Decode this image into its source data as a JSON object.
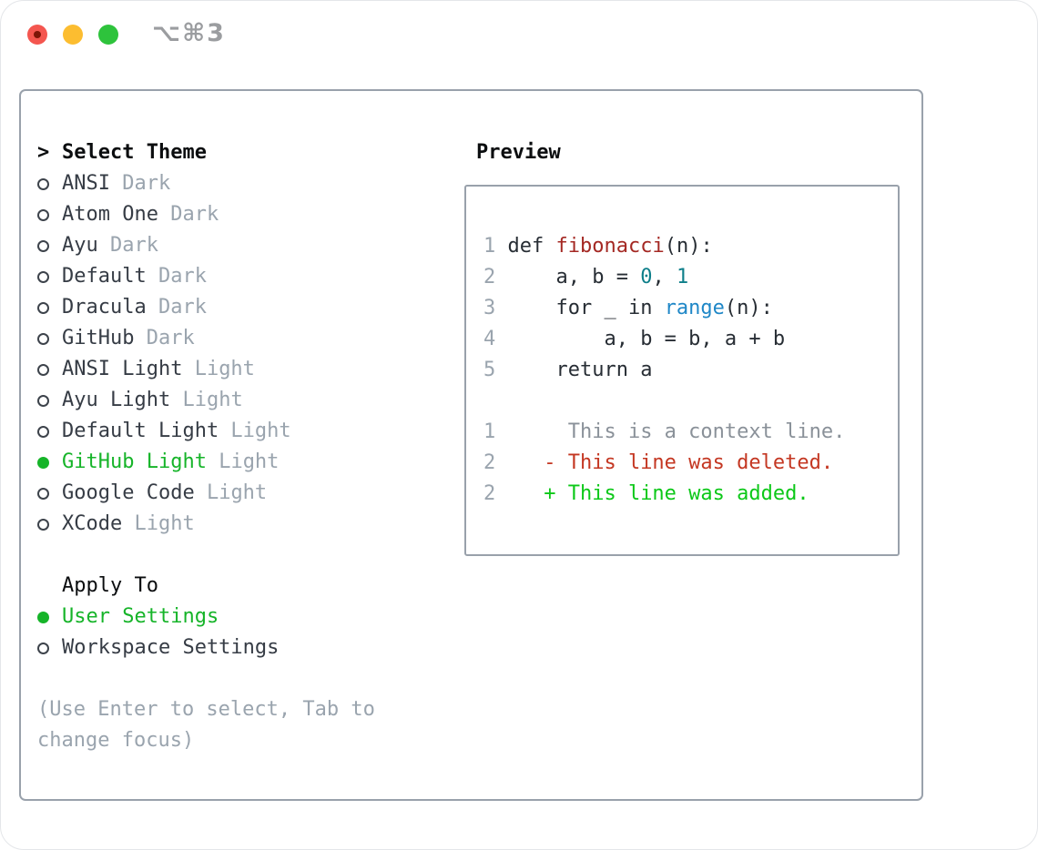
{
  "window": {
    "title": "⌥⌘3"
  },
  "theme_selector": {
    "header_marker": ">",
    "header": "Select Theme",
    "items": [
      {
        "name": "ANSI",
        "variant": "Dark",
        "selected": false
      },
      {
        "name": "Atom One",
        "variant": "Dark",
        "selected": false
      },
      {
        "name": "Ayu",
        "variant": "Dark",
        "selected": false
      },
      {
        "name": "Default",
        "variant": "Dark",
        "selected": false
      },
      {
        "name": "Dracula",
        "variant": "Dark",
        "selected": false
      },
      {
        "name": "GitHub",
        "variant": "Dark",
        "selected": false
      },
      {
        "name": "ANSI Light",
        "variant": "Light",
        "selected": false
      },
      {
        "name": "Ayu Light",
        "variant": "Light",
        "selected": false
      },
      {
        "name": "Default Light",
        "variant": "Light",
        "selected": false
      },
      {
        "name": "GitHub Light",
        "variant": "Light",
        "selected": true
      },
      {
        "name": "Google Code",
        "variant": "Light",
        "selected": false
      },
      {
        "name": "XCode",
        "variant": "Light",
        "selected": false
      }
    ]
  },
  "apply_to": {
    "header": "Apply To",
    "options": [
      {
        "label": "User Settings",
        "selected": true
      },
      {
        "label": "Workspace Settings",
        "selected": false
      }
    ]
  },
  "help": {
    "lines": [
      "(Use Enter to select, Tab to",
      "change focus)"
    ]
  },
  "preview": {
    "header": "Preview",
    "code_lines": [
      {
        "line_number": "1",
        "tokens": [
          {
            "text": "def ",
            "style": "fg"
          },
          {
            "text": "fibonacci",
            "style": "func"
          },
          {
            "text": "(n):",
            "style": "fg"
          }
        ]
      },
      {
        "line_number": "2",
        "tokens": [
          {
            "text": "    a, b = ",
            "style": "fg"
          },
          {
            "text": "0",
            "style": "number"
          },
          {
            "text": ", ",
            "style": "fg"
          },
          {
            "text": "1",
            "style": "number"
          }
        ]
      },
      {
        "line_number": "3",
        "tokens": [
          {
            "text": "    for _ in ",
            "style": "fg"
          },
          {
            "text": "range",
            "style": "builtin"
          },
          {
            "text": "(n):",
            "style": "fg"
          }
        ]
      },
      {
        "line_number": "4",
        "tokens": [
          {
            "text": "        a, b = b, a + b",
            "style": "fg"
          }
        ]
      },
      {
        "line_number": "5",
        "tokens": [
          {
            "text": "    return a",
            "style": "fg"
          }
        ]
      }
    ],
    "diff_lines": [
      {
        "line_number": "1",
        "marker": " ",
        "text": "This is a context line.",
        "kind": "context"
      },
      {
        "line_number": "2",
        "marker": "-",
        "text": "This line was deleted.",
        "kind": "deleted"
      },
      {
        "line_number": "2",
        "marker": "+",
        "text": "This line was added.",
        "kind": "added"
      }
    ]
  },
  "colors": {
    "border": "#99a1ab",
    "black": "#0b0d0f",
    "text": "#363c45",
    "code-fg": "#272d34",
    "muted": "#9aa4ae",
    "context": "#8a9199",
    "circle": "#3d434b",
    "green": "#16b429",
    "green-bright": "#0cc818",
    "red": "#c43722",
    "func-red": "#a42823",
    "teal": "#0e7f8a",
    "blue": "#1f87c7",
    "title-gray": "#9b9da0",
    "tl-red": "#f4564f",
    "tl-red-dot": "#7d1507",
    "tl-yellow": "#fcbd30",
    "tl-green": "#2ec33c"
  }
}
